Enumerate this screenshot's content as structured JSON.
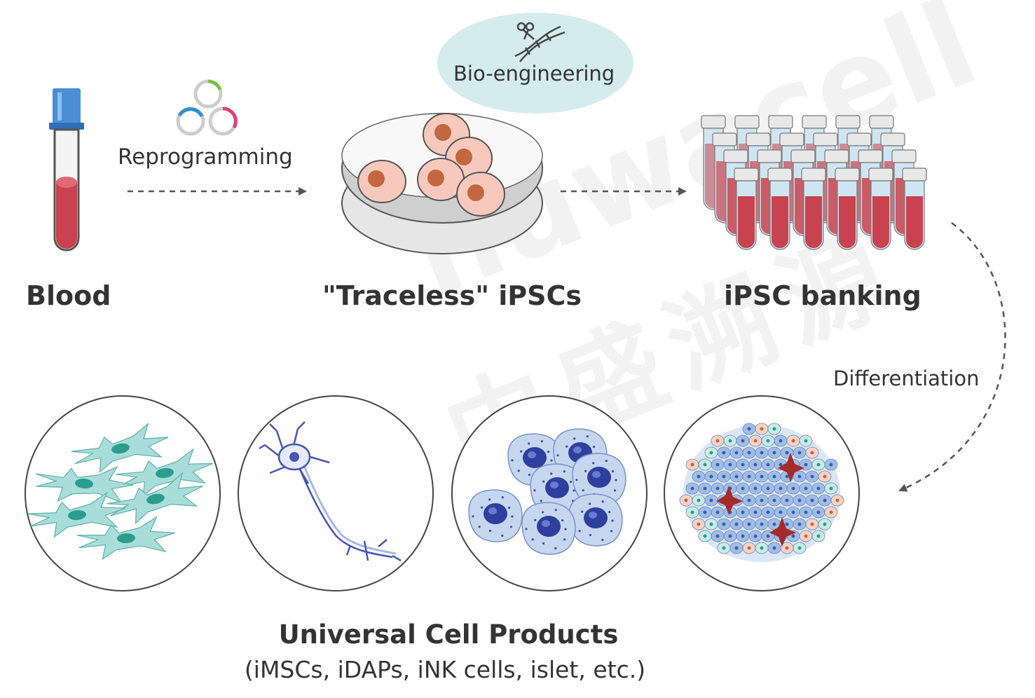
{
  "watermark": {
    "english": "nuwacell",
    "chinese": "中盛溯源"
  },
  "labels": {
    "blood": "Blood",
    "ipscs": "\"Traceless\" iPSCs",
    "banking": "iPSC banking",
    "reprogramming": "Reprogramming",
    "bioengineering": "Bio-engineering",
    "differentiation": "Differentiation"
  },
  "products": {
    "title": "Universal Cell Products",
    "subtitle": "(iMSCs, iDAPs, iNK cells, islet, etc.)"
  },
  "colors": {
    "text": "#333333",
    "arrow": "#555555",
    "blood_red": "#c9424f",
    "tube_cap": "#4a8fd4",
    "cell_pink": "#f7c9bd",
    "cell_nucleus": "#c2673f",
    "bubble": "#d4ecee",
    "msc": "#a8ddd9",
    "neuron": "#4656b0",
    "nk": "#c5d6ef",
    "islet": "#9fbde6"
  }
}
